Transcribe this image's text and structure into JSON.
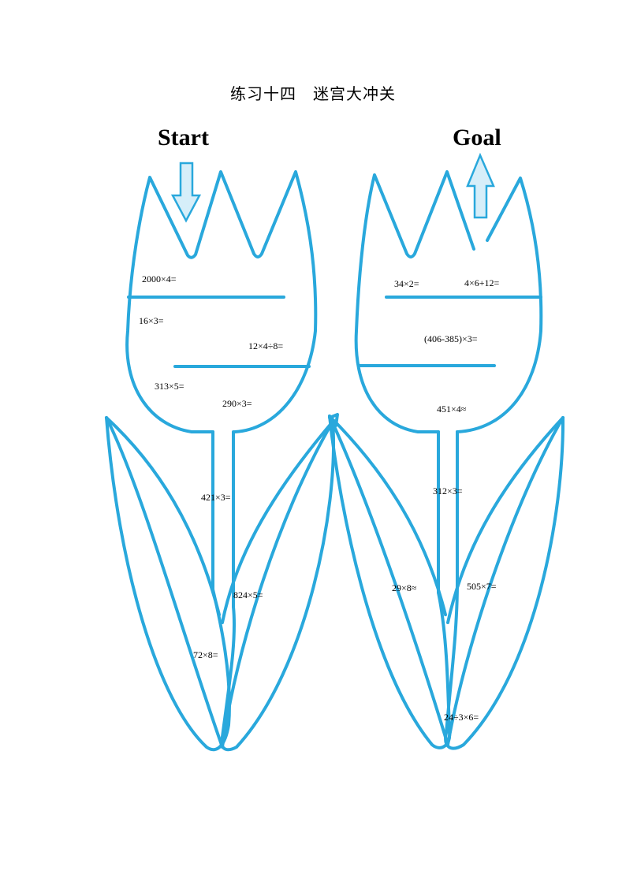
{
  "title": "练习十四　迷宫大冲关",
  "start_label": "Start",
  "goal_label": "Goal",
  "colors": {
    "outline": "#29a8dc",
    "arrow_fill": "#d6eef9"
  },
  "icons": {
    "start": "down-arrow-icon",
    "goal": "up-arrow-icon"
  },
  "left_flower": {
    "problems": [
      "2000×4=",
      "16×3=",
      "12×4÷8=",
      "313×5=",
      "290×3=",
      "421×3=",
      "824×5=",
      "72×8="
    ]
  },
  "right_flower": {
    "problems": [
      "34×2=",
      "4×6+12=",
      "(406-385)×3=",
      "451×4≈",
      "312×3=",
      "29×8≈",
      "505×7=",
      "24÷3×6="
    ]
  }
}
